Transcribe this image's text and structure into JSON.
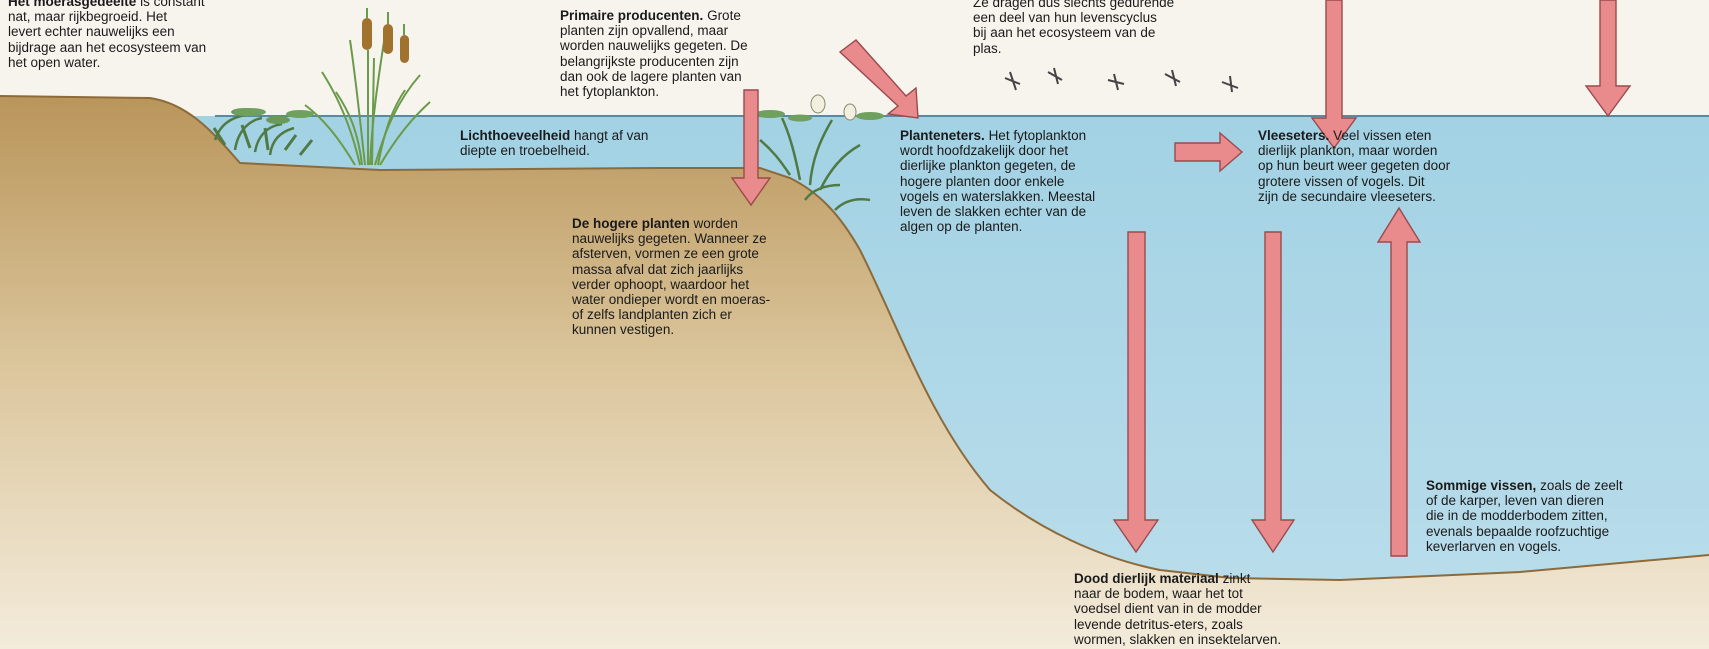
{
  "annotations": {
    "moeras": {
      "title": "Het moerasgedeelte",
      "body_first": "is constant",
      "lines": [
        "nat, maar rijkbegroeid. Het",
        "levert echter nauwelijks een",
        "bijdrage aan het ecosysteem van",
        "het open water."
      ]
    },
    "primaire": {
      "title": "Primaire producenten.",
      "body_first": "Grote",
      "lines": [
        "planten zijn opvallend, maar",
        "worden nauwelijks gegeten. De",
        "belangrijkste producenten zijn",
        "dan ook de lagere planten van",
        "het fytoplankton."
      ]
    },
    "insecten": {
      "lines": [
        "Ze dragen dus slechts gedurende",
        "een deel van hun levenscyclus",
        "bij aan het ecosysteem van de",
        "plas."
      ]
    },
    "licht": {
      "title": "Lichthoeveelheid",
      "body_first": "hangt af van",
      "lines": [
        "diepte en troebelheid."
      ]
    },
    "planteneters": {
      "title": "Planteneters.",
      "body_first": "Het fytoplankton",
      "lines": [
        "wordt hoofdzakelijk door het",
        "dierlijke plankton gegeten, de",
        "hogere planten door enkele",
        "vogels en waterslakken. Meestal",
        "leven de slakken echter van de",
        "algen op de planten."
      ]
    },
    "vleeseters": {
      "title": "Vleeseters.",
      "body_first": "Veel vissen eten",
      "lines": [
        "dierlijk plankton, maar worden",
        "op hun beurt weer gegeten door",
        "grotere vissen of vogels. Dit",
        "zijn de secundaire vleeseters."
      ]
    },
    "hogere": {
      "title": "De hogere planten",
      "body_first": "worden",
      "lines": [
        "nauwelijks gegeten. Wanneer ze",
        "afsterven, vormen ze een grote",
        "massa afval dat zich jaarlijks",
        "verder ophoopt, waardoor het",
        "water ondieper wordt en moeras-",
        "of zelfs landplanten zich er",
        "kunnen vestigen."
      ]
    },
    "sommige": {
      "title": "Sommige vissen,",
      "body_first": "zoals de zeelt",
      "lines": [
        "of de karper, leven van dieren",
        "die in de modderbodem zitten,",
        "evenals bepaalde roofzuchtige",
        "keverlarven en vogels."
      ]
    },
    "dood": {
      "title": "Dood dierlijk materiaal",
      "body_first": "zinkt",
      "lines": [
        "naar de bodem, waar het tot",
        "voedsel dient van in de modder",
        "levende detritus-eters, zoals",
        "wormen, slakken en insektelarven."
      ]
    }
  },
  "colors": {
    "water": "#a8d5e6",
    "bank": "#c8ae7e",
    "arrow_fill": "#e98a8c",
    "arrow_stroke": "#9a4a4c",
    "plant": "#5e8a52",
    "reed_head": "#a0722e"
  }
}
